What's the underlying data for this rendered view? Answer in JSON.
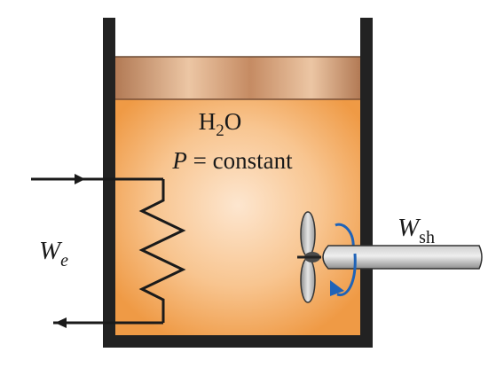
{
  "labels": {
    "substance": {
      "main": "H",
      "sub": "2",
      "tail": "O"
    },
    "pressure": {
      "symbol": "P",
      "rest": " = constant"
    },
    "electrical_work": {
      "main": "W",
      "sub": "e"
    },
    "shaft_work": {
      "main": "W",
      "sub": "sh"
    }
  },
  "colors": {
    "water_center": "#fde6cf",
    "water_edge": "#ef9a45",
    "piston_dark": "#b27a55",
    "piston_light": "#ecc6a4",
    "wall": "#222222",
    "shaft": "#9a9a9a",
    "rotation_arrow": "#1f63b8"
  }
}
